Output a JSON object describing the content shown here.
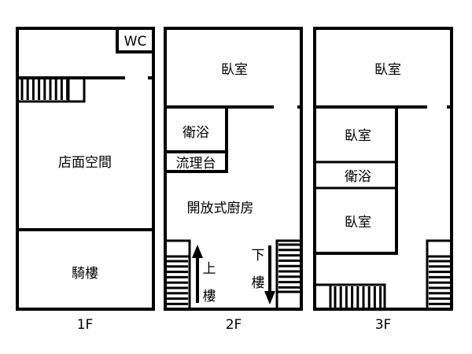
{
  "floors": [
    {
      "name": "1F",
      "rooms": {
        "wc": "WC",
        "shop": "店面空間",
        "arcade": "騎樓"
      }
    },
    {
      "name": "2F",
      "rooms": {
        "bedroom": "臥室",
        "bathroom": "衛浴",
        "sink_counter": "流理台",
        "kitchen": "開放式廚房"
      },
      "stairs": {
        "up_char1": "上",
        "up_char2": "樓",
        "down_char1": "下",
        "down_char2": "樓"
      }
    },
    {
      "name": "3F",
      "rooms": {
        "bedroom_main": "臥室",
        "bedroom_small": "臥室",
        "bathroom": "衛浴",
        "bedroom_rear": "臥室"
      }
    }
  ],
  "colors": {
    "wall": "#000000",
    "background": "#ffffff"
  }
}
